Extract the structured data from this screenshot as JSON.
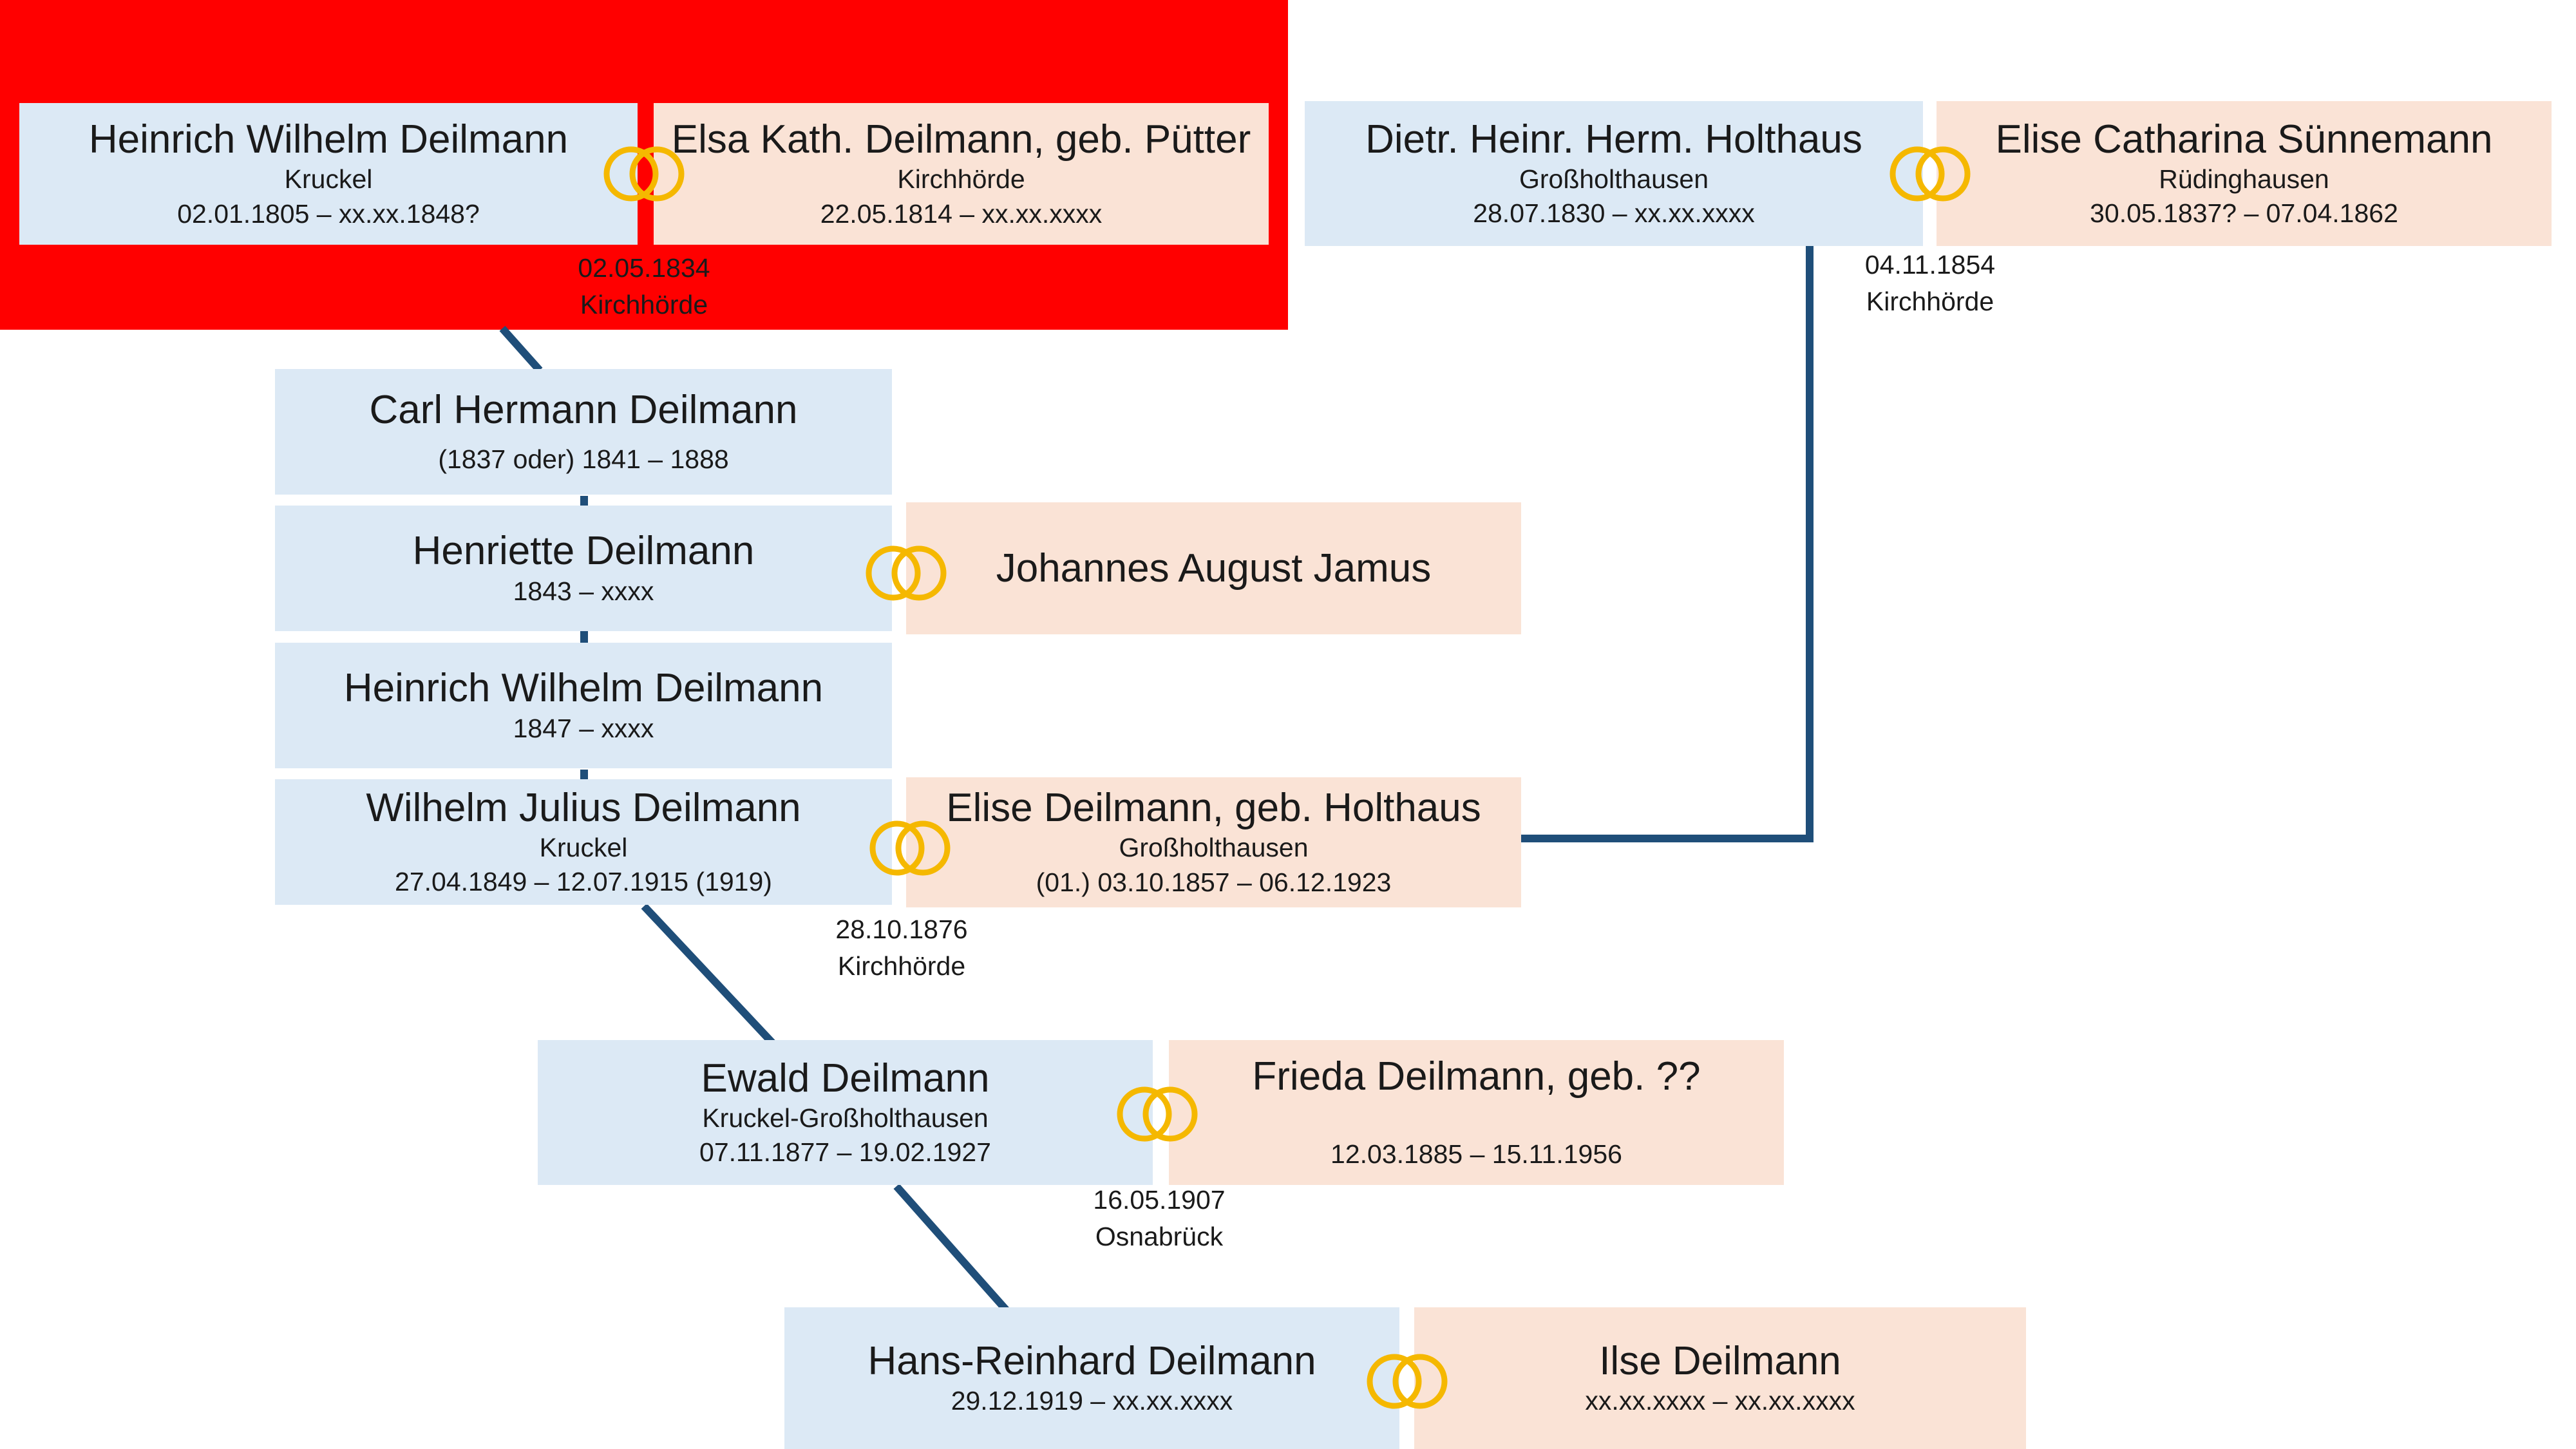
{
  "colors": {
    "male_fill": "#dce9f5",
    "female_fill": "#fae3d6",
    "highlight": "#ff0000",
    "connector": "#1f4e79",
    "ring": "#f5b800"
  },
  "persons": {
    "p1": {
      "name": "Heinrich Wilhelm Deilmann",
      "place": "Kruckel",
      "dates": "02.01.1805 – xx.xx.1848?"
    },
    "p2": {
      "name": "Elsa Kath. Deilmann, geb. Pütter",
      "place": "Kirchhörde",
      "dates": "22.05.1814 – xx.xx.xxxx"
    },
    "p3": {
      "name": "Dietr. Heinr. Herm. Holthaus",
      "place": "Großholthausen",
      "dates": "28.07.1830 – xx.xx.xxxx"
    },
    "p4": {
      "name": "Elise Catharina Sünnemann",
      "place": "Rüdinghausen",
      "dates": "30.05.1837? – 07.04.1862"
    },
    "p5": {
      "name": "Carl Hermann Deilmann",
      "place": "",
      "dates": "(1837 oder) 1841 – 1888"
    },
    "p6": {
      "name": "Henriette Deilmann",
      "place": "",
      "dates": "1843 – xxxx"
    },
    "p7": {
      "name": "Johannes August Jamus",
      "place": "",
      "dates": ""
    },
    "p8": {
      "name": "Heinrich Wilhelm Deilmann",
      "place": "",
      "dates": "1847 – xxxx"
    },
    "p9": {
      "name": "Wilhelm Julius Deilmann",
      "place": "Kruckel",
      "dates": "27.04.1849 – 12.07.1915 (1919)"
    },
    "p10": {
      "name": "Elise Deilmann, geb. Holthaus",
      "place": "Großholthausen",
      "dates": "(01.) 03.10.1857 – 06.12.1923"
    },
    "p11": {
      "name": "Ewald Deilmann",
      "place": "Kruckel-Großholthausen",
      "dates": "07.11.1877 – 19.02.1927"
    },
    "p12": {
      "name": "Frieda Deilmann, geb. ??",
      "place": "",
      "dates": "12.03.1885 – 15.11.1956"
    },
    "p13": {
      "name": "Hans-Reinhard Deilmann",
      "place": "",
      "dates": "29.12.1919 – xx.xx.xxxx"
    },
    "p14": {
      "name": "Ilse Deilmann",
      "place": "",
      "dates": "xx.xx.xxxx – xx.xx.xxxx"
    }
  },
  "marriages": {
    "m1": {
      "date": "02.05.1834",
      "place": "Kirchhörde"
    },
    "m2": {
      "date": "04.11.1854",
      "place": "Kirchhörde"
    },
    "m3": {
      "date": "28.10.1876",
      "place": "Kirchhörde"
    },
    "m4": {
      "date": "16.05.1907",
      "place": "Osnabrück"
    }
  }
}
